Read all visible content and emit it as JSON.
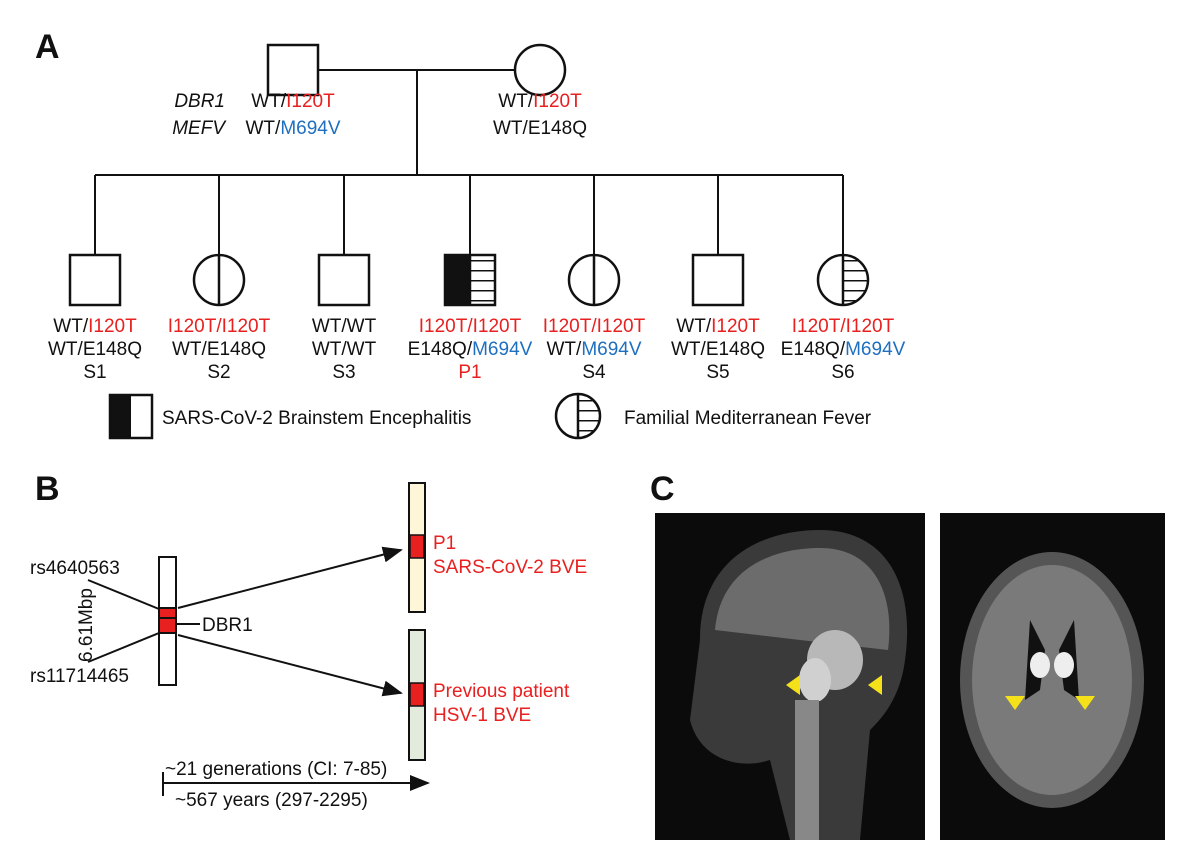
{
  "panels": {
    "a": "A",
    "b": "B",
    "c": "C"
  },
  "pedigree": {
    "gene_labels": [
      "DBR1",
      "MEFV"
    ],
    "father": {
      "dbr1": [
        "WT/",
        "I120T"
      ],
      "mefv": [
        "WT/",
        "M694V"
      ]
    },
    "mother": {
      "dbr1": [
        "WT/",
        "I120T"
      ],
      "mefv": [
        "WT/E148Q",
        ""
      ]
    },
    "children": [
      {
        "id": "S1",
        "sex": "male",
        "affected_bve": false,
        "affected_fmf": false,
        "dbr1": [
          "WT/",
          "I120T"
        ],
        "mefv": [
          "WT/E148Q",
          ""
        ]
      },
      {
        "id": "S2",
        "sex": "female",
        "affected_bve": false,
        "affected_fmf": false,
        "dbr1": [
          "",
          "I120T/I120T"
        ],
        "mefv": [
          "WT/E148Q",
          ""
        ]
      },
      {
        "id": "S3",
        "sex": "male",
        "affected_bve": false,
        "affected_fmf": false,
        "dbr1": [
          "WT/WT",
          ""
        ],
        "mefv": [
          "WT/WT",
          ""
        ]
      },
      {
        "id": "P1",
        "sex": "male",
        "affected_bve": true,
        "affected_fmf": true,
        "dbr1": [
          "",
          "I120T/I120T"
        ],
        "mefv": [
          "E148Q/",
          "M694V"
        ]
      },
      {
        "id": "S4",
        "sex": "female",
        "affected_bve": false,
        "affected_fmf": false,
        "dbr1": [
          "",
          "I120T/I120T"
        ],
        "mefv": [
          "WT/",
          "M694V"
        ]
      },
      {
        "id": "S5",
        "sex": "male",
        "affected_bve": false,
        "affected_fmf": false,
        "dbr1": [
          "WT/",
          "I120T"
        ],
        "mefv": [
          "WT/E148Q",
          ""
        ]
      },
      {
        "id": "S6",
        "sex": "female",
        "affected_bve": false,
        "affected_fmf": true,
        "dbr1": [
          "",
          "I120T/I120T"
        ],
        "mefv": [
          "E148Q/",
          "M694V"
        ]
      }
    ],
    "legend": {
      "bve": "SARS-CoV-2 Brainstem Encephalitis",
      "fmf": "Familial Mediterranean Fever"
    }
  },
  "haplotype": {
    "marker_top": "rs4640563",
    "marker_bottom": "rs11714465",
    "span": "6.61Mbp",
    "gene": "DBR1",
    "p1_label": [
      "P1",
      "SARS-CoV-2 BVE"
    ],
    "prev_label": [
      "Previous patient",
      "HSV-1 BVE"
    ],
    "generations": "~21 generations (CI: 7-85)",
    "years": "~567 years (297-2295)"
  },
  "colors": {
    "red": "#e8201f",
    "blue": "#1f6fc0",
    "p1_chrom": "#fdf6d8",
    "prev_chrom": "#e3ecdc",
    "arrowhead": "#f5e11a"
  }
}
